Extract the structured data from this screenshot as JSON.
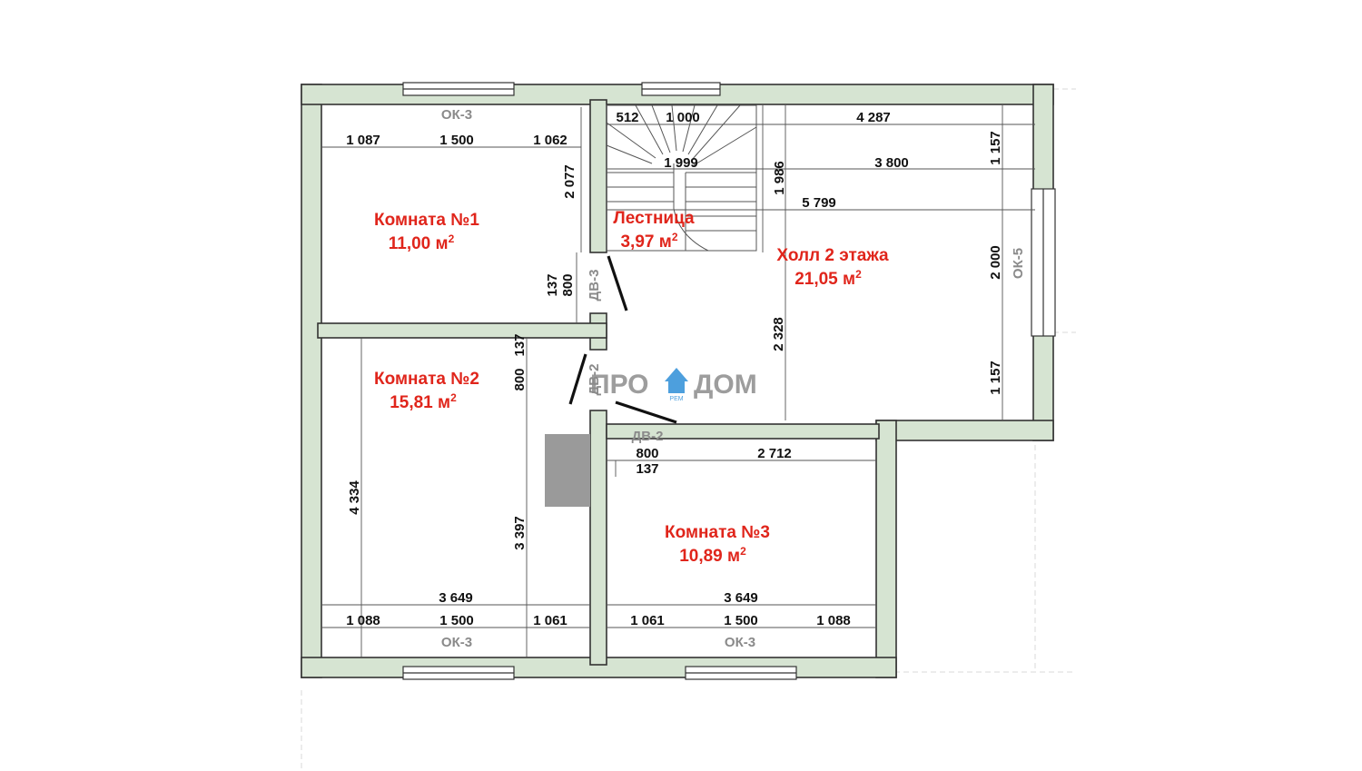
{
  "rooms": [
    {
      "name": "Комната №1",
      "area": "11,00 м",
      "sup": "2"
    },
    {
      "name": "Лестница",
      "area": "3,97 м",
      "sup": "2"
    },
    {
      "name": "Холл 2 этажа",
      "area": "21,05 м",
      "sup": "2"
    },
    {
      "name": "Комната №2",
      "area": "15,81 м",
      "sup": "2"
    },
    {
      "name": "Комната  №3",
      "area": "10,89 м",
      "sup": "2"
    }
  ],
  "openings": {
    "ok3": "ОК-3",
    "ok5": "ОК-5",
    "dv3": "ДВ-3",
    "dv2": "ДВ-2"
  },
  "dims": {
    "r1_left": "1 087",
    "r1_mid": "1 500",
    "r1_right": "1 062",
    "r1_v": "2 077",
    "st_a": "512",
    "st_b": "1 000",
    "st_c": "1 999",
    "st_v": "1 986",
    "h_top": "4 287",
    "h_mid": "3 800",
    "h_long": "5 799",
    "h_v_top": "1 157",
    "h_v_mid": "2 000",
    "h_v_bot": "1 157",
    "h_v_left": "2 328",
    "d1_137": "137",
    "d1_800": "800",
    "d2_800": "800",
    "d2_137": "137",
    "r3_800": "800",
    "r3_2712": "2 712",
    "r3_137": "137",
    "r2_v": "4 334",
    "r2_v2": "3 397",
    "r2_w": "3 649",
    "r2_left": "1 088",
    "r2_mid": "1 500",
    "r2_right": "1 061",
    "r3_w": "3 649",
    "r3_left": "1 061",
    "r3_mid": "1 500",
    "r3_right": "1 088"
  },
  "logo": {
    "left": "ПРО",
    "right": "ДОМ",
    "sub": "РЕМ"
  },
  "colors": {
    "wall": "#d6e4d2",
    "room_label": "#e0251b",
    "logo_icon": "#2f8fd8"
  }
}
